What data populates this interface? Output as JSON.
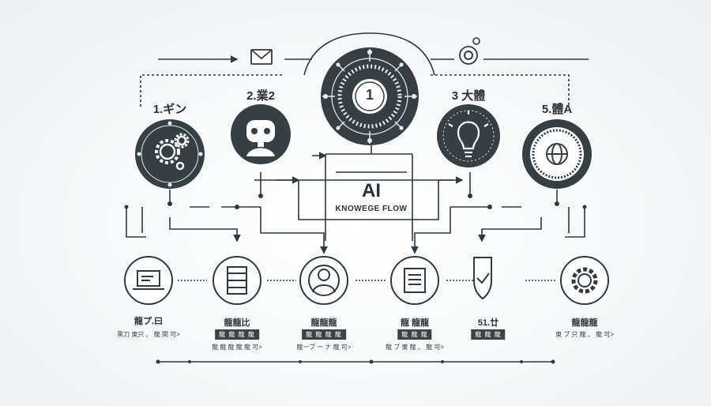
{
  "center": {
    "number": "1",
    "title": "AI",
    "subtitle": "KNOWEGE FLOW"
  },
  "top_nodes": [
    {
      "label": "1.ギン",
      "icon": "gears-icon"
    },
    {
      "label": "2.業2",
      "icon": "robot-icon"
    },
    {
      "label": "3 大體",
      "icon": "lightbulb-icon"
    },
    {
      "label": "5.體A",
      "icon": "globe-icon"
    }
  ],
  "bottom_nodes": [
    {
      "title": "龍プ.曰",
      "tag": "",
      "sub": "黒刀 東只 、 龍 関 可>",
      "icon": "laptop-icon"
    },
    {
      "title": "龍龍比",
      "tag": "龍 龍 龍 龍",
      "sub": "龍 龍 龍 龍 龍 可>",
      "icon": "server-icon"
    },
    {
      "title": "龍龍龍",
      "tag": "龍 龍 龍 龍",
      "sub": "龍ーブ ー ナ 龍 可>",
      "icon": "user-network-icon"
    },
    {
      "title": "龍 龍龍",
      "tag": "龍 龍 龍",
      "sub": "龍 ブ 東 龍 、 龍 可>",
      "icon": "document-icon"
    },
    {
      "title": "51.廿",
      "tag": "龍 龍 龍",
      "sub": "",
      "icon": "shield-check-icon"
    },
    {
      "title": "龍龍龍",
      "tag": "",
      "sub": "東 ブ 只 龍 、 龍 可>",
      "icon": "gear-icon"
    }
  ],
  "colors": {
    "ink": "#2f3a40",
    "dark": "#353f44",
    "paper": "#ffffff"
  }
}
